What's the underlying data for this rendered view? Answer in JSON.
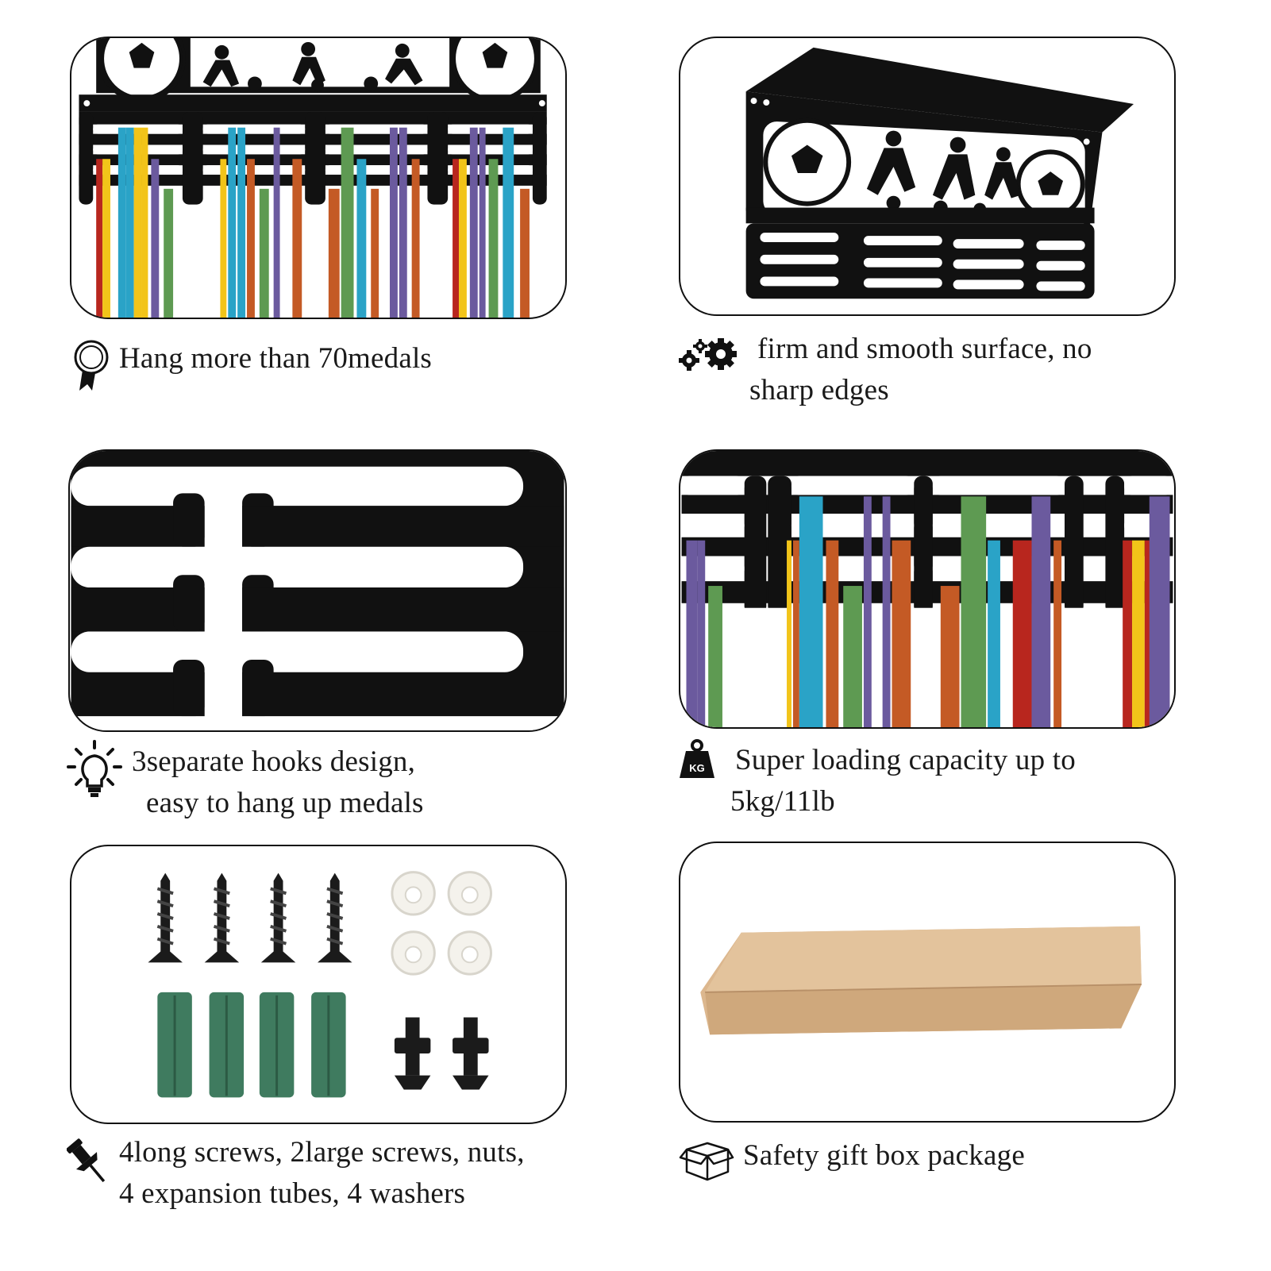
{
  "features": [
    {
      "icon": "medal-ribbon-icon",
      "lines": [
        "Hang more than 70medals"
      ]
    },
    {
      "icon": "gears-icon",
      "lines": [
        "firm and smooth surface, no",
        "sharp edges"
      ]
    },
    {
      "icon": "light-bulb-icon",
      "lines": [
        "3separate hooks design,",
        "easy to hang up medals"
      ]
    },
    {
      "icon": "kg-weight-icon",
      "icon_text": "KG",
      "lines": [
        "Super loading capacity  up to",
        "5kg/11lb"
      ]
    },
    {
      "icon": "push-pin-icon",
      "lines": [
        "4long  screws, 2large  screws, nuts,",
        "4  expansion  tubes,  4  washers"
      ]
    },
    {
      "icon": "gift-box-icon",
      "lines": [
        "Safety gift box package"
      ]
    }
  ],
  "colors": {
    "ribbon_red": "#b8261e",
    "ribbon_yellow": "#f2c419",
    "ribbon_blue": "#2aa3c7",
    "ribbon_purple": "#6b5a9e",
    "ribbon_green": "#5e9a52",
    "ribbon_orange": "#c45a25",
    "expansion_tube_green": "#3f7b5f",
    "cardboard": "#dcb78e"
  }
}
